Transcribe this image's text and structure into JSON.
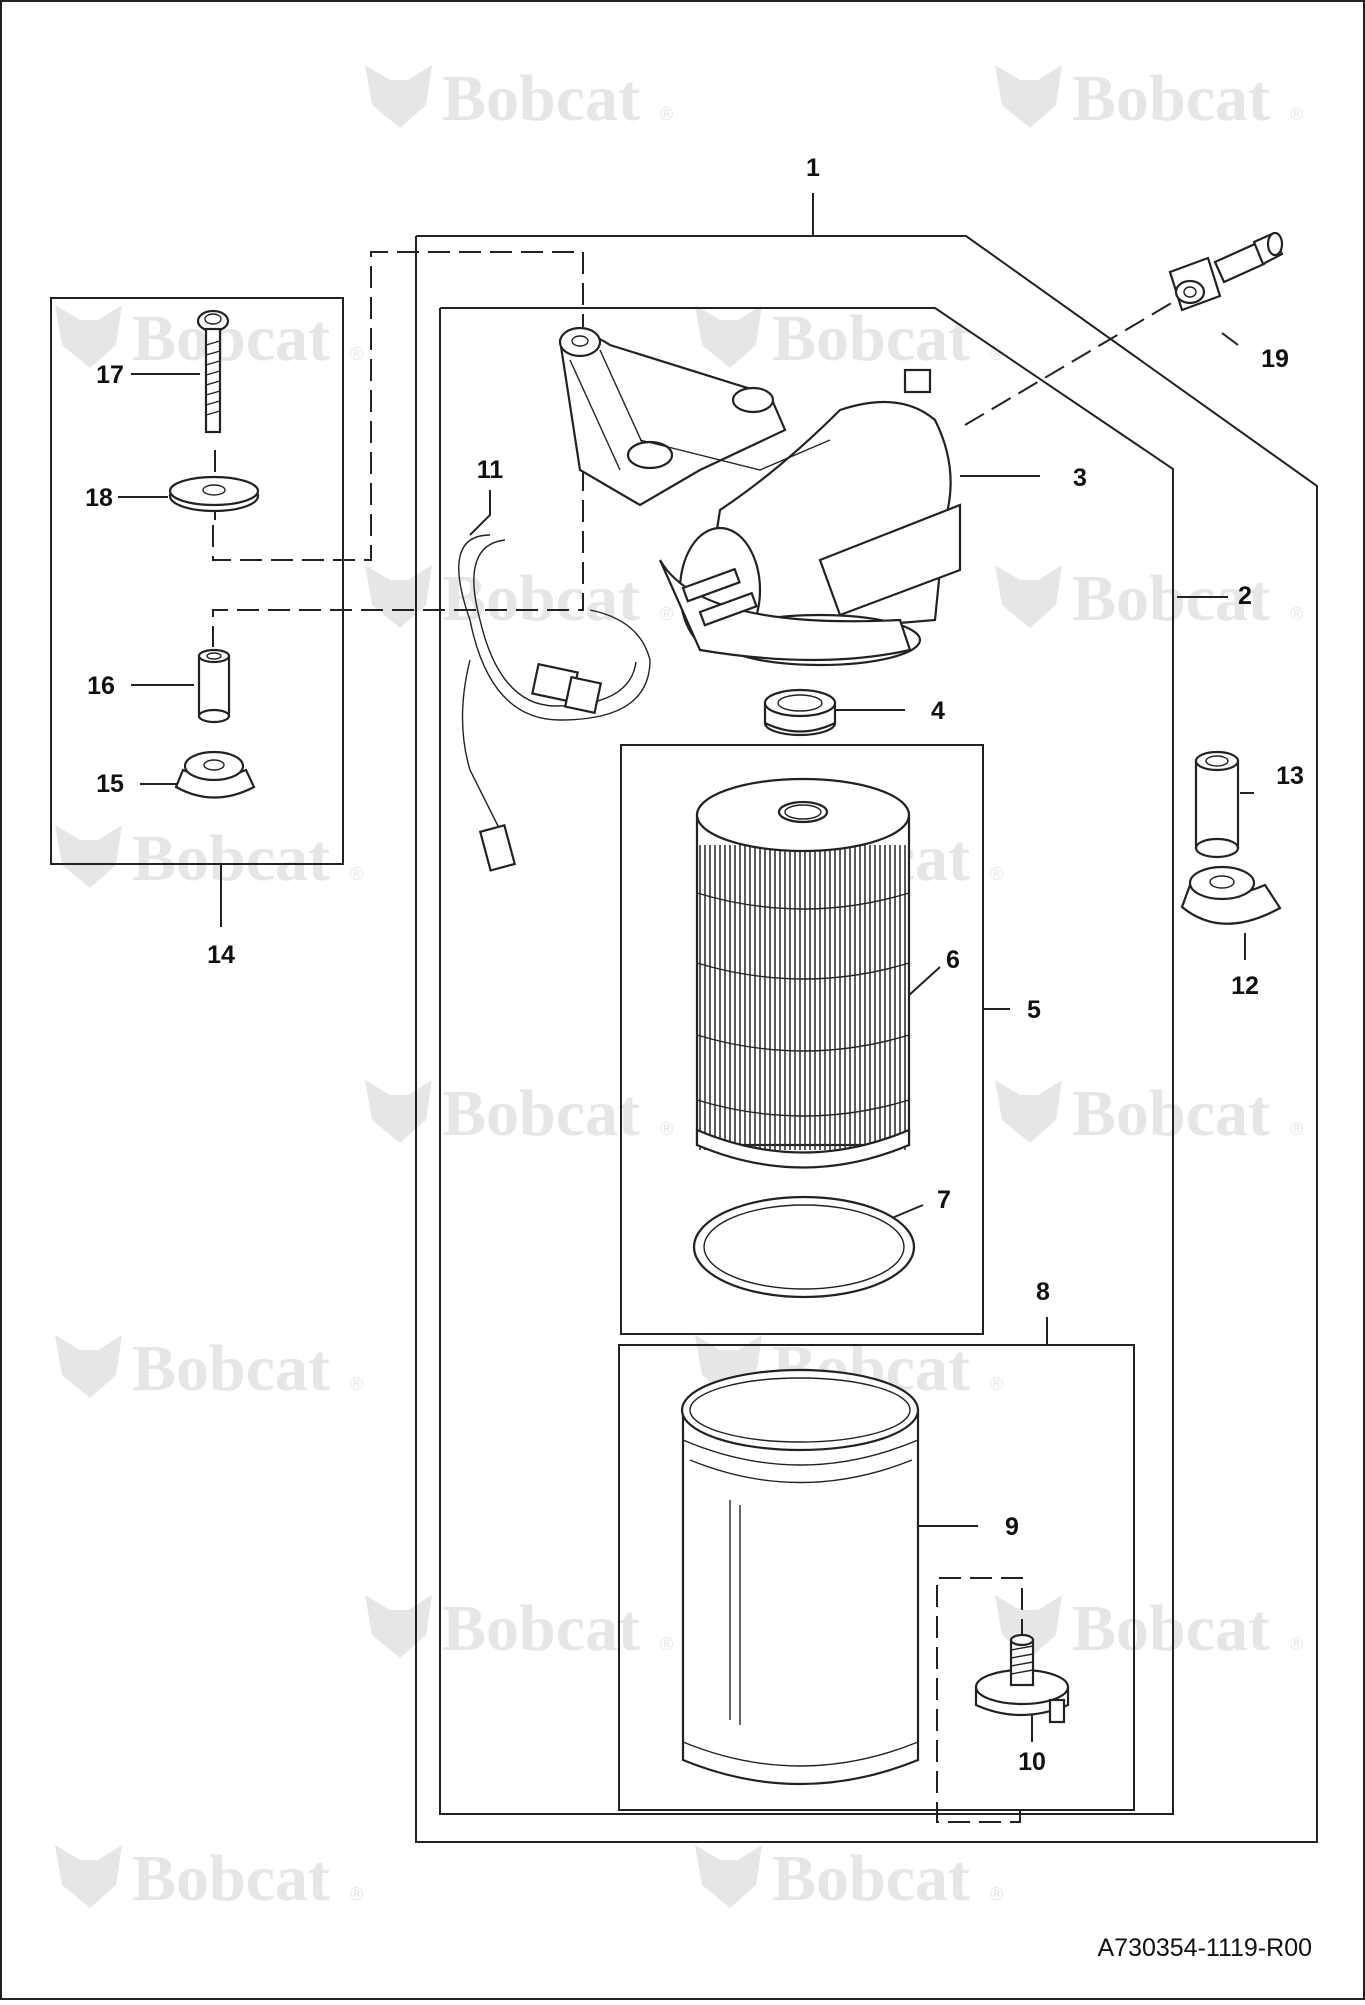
{
  "diagram": {
    "watermark": {
      "text": "Bobcat",
      "mark": "®"
    },
    "drawing_code": "A730354-1119-R00",
    "callouts": [
      "1",
      "2",
      "3",
      "4",
      "5",
      "6",
      "7",
      "8",
      "9",
      "10",
      "11",
      "12",
      "13",
      "14",
      "15",
      "16",
      "17",
      "18",
      "19"
    ]
  }
}
